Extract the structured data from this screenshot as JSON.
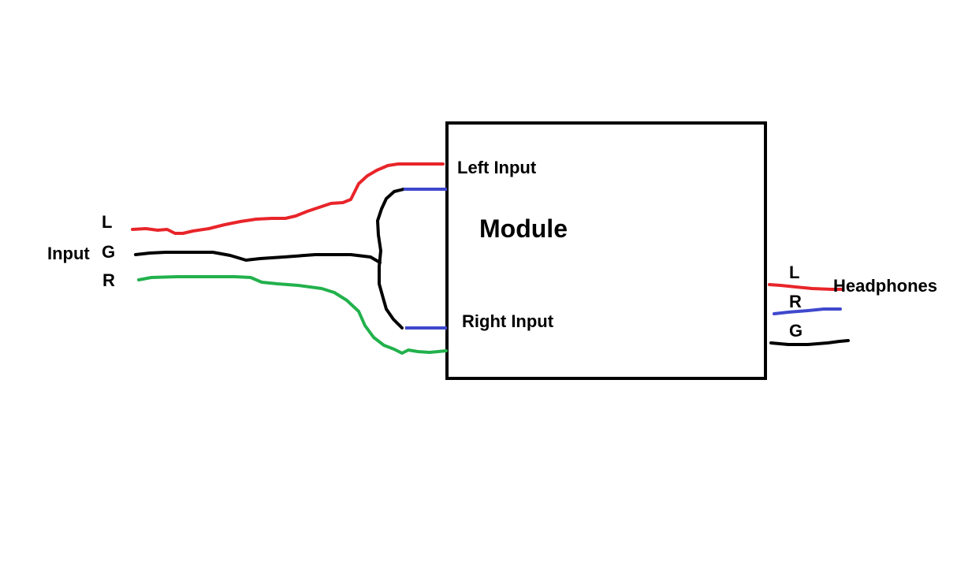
{
  "labels": {
    "input_group": "Input",
    "input_left": "L",
    "input_ground": "G",
    "input_right": "R",
    "module": "Module",
    "left_input": "Left Input",
    "right_input": "Right Input",
    "out_left": "L",
    "out_right": "R",
    "out_ground": "G",
    "headphones": "Headphones"
  },
  "colors": {
    "left_wire": "#e8252a",
    "ground_wire": "#000000",
    "right_wire": "#22b14c",
    "terminal": "#3f48cc",
    "box": "#000000"
  }
}
